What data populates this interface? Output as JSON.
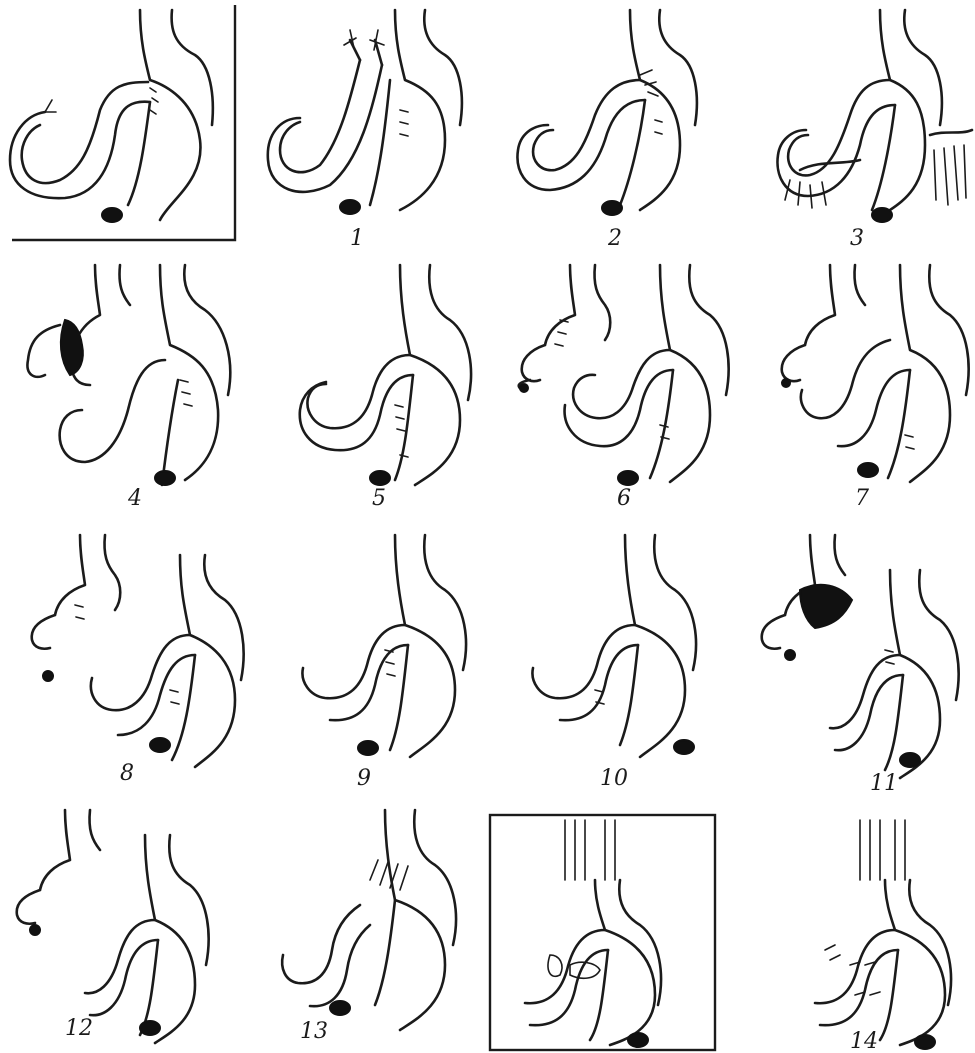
{
  "figure": {
    "panels": [
      {
        "id": "p0",
        "label": "",
        "framed": true
      },
      {
        "id": "p1",
        "label": "1"
      },
      {
        "id": "p2",
        "label": "2"
      },
      {
        "id": "p3",
        "label": "3"
      },
      {
        "id": "p4",
        "label": "4"
      },
      {
        "id": "p5",
        "label": "5"
      },
      {
        "id": "p6",
        "label": "6"
      },
      {
        "id": "p7",
        "label": "7"
      },
      {
        "id": "p8",
        "label": "8"
      },
      {
        "id": "p9",
        "label": "9"
      },
      {
        "id": "p10",
        "label": "10"
      },
      {
        "id": "p11",
        "label": "11"
      },
      {
        "id": "p12",
        "label": "12"
      },
      {
        "id": "p13",
        "label": "13"
      },
      {
        "id": "p14-ref",
        "label": "",
        "framed": true
      },
      {
        "id": "p14",
        "label": "14"
      }
    ]
  }
}
